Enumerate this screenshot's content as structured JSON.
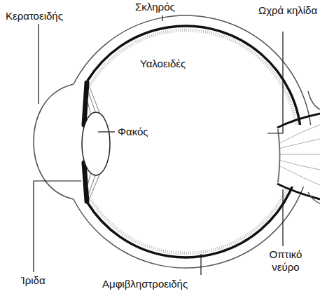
{
  "diagram": {
    "labels": [
      "Κερατοειδής",
      "Σκληρός",
      "Ωχρά κηλίδα",
      "Υαλοειδές",
      "Φακός",
      "Ίριδα",
      "Οπτικό νεύρο",
      "Αμφιβληστροειδής"
    ]
  }
}
